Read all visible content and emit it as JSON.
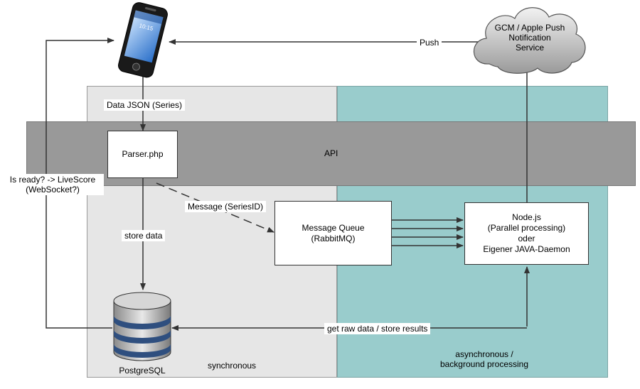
{
  "zones": {
    "sync_label": "synchronous",
    "async_label": "asynchronous /\nbackground processing",
    "api_label": "API"
  },
  "nodes": {
    "parser": "Parser.php",
    "queue": "Message Queue\n(RabbitMQ)",
    "worker": "Node.js\n(Parallel processing)\noder\nEigener JAVA-Daemon",
    "push_service": "GCM / Apple Push\nNotification\nService",
    "database": "PostgreSQL",
    "phone_clock": "10:15"
  },
  "edges": {
    "push": "Push",
    "data_json": "Data JSON (Series)",
    "ready": "Is ready? -> LiveScore\n(WebSocket?)",
    "message": "Message (SeriesID)",
    "store": "store data",
    "raw": "get raw data / store results"
  },
  "colors": {
    "sync_zone": "#e6e6e6",
    "async_zone": "#99cccc",
    "api_band": "#999999",
    "db_band": "#2f4f7f",
    "cloud": "#d0d0d0"
  }
}
